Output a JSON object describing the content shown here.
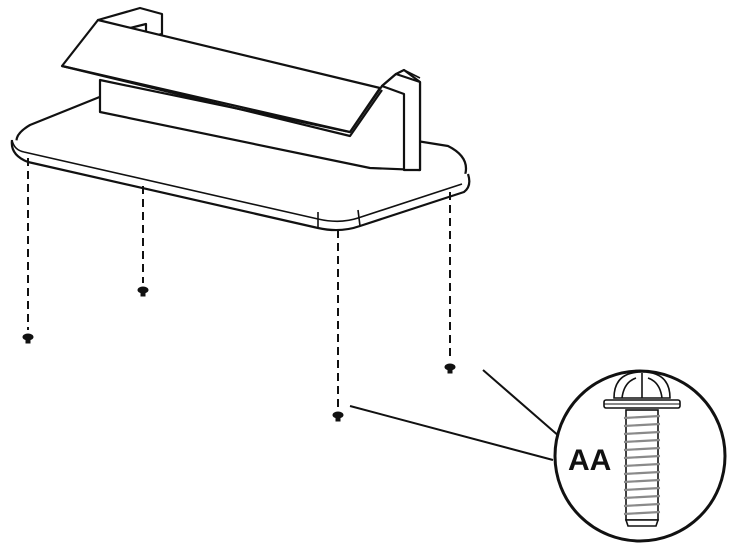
{
  "diagram": {
    "type": "assembly-instruction",
    "parts": {
      "screw": {
        "label": "AA",
        "icon": "screw-icon"
      },
      "screw_count": 4
    },
    "colors": {
      "line": "#111111",
      "background": "#ffffff",
      "thread": "#8a8a8a"
    }
  }
}
